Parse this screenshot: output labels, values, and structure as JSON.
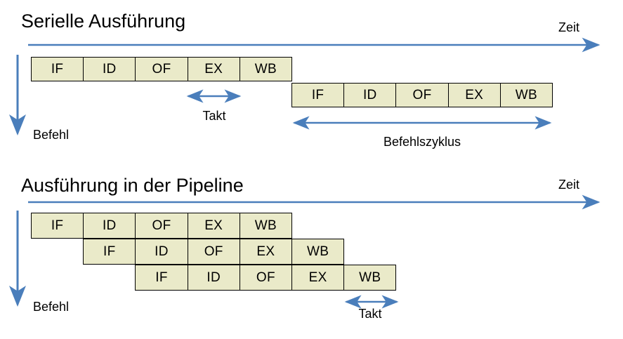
{
  "slide": {
    "background": "#ffffff",
    "box_fill": "#eaeac9",
    "box_stroke": "#000000",
    "arrow_color": "#4a7ebb"
  },
  "sections": [
    {
      "id": "serial",
      "title": "Serielle Ausführung",
      "time_axis_label": "Zeit",
      "instruction_axis_label": "Befehl",
      "rows": [
        {
          "id": "serial-row-1",
          "stages": [
            "IF",
            "ID",
            "OF",
            "EX",
            "WB"
          ]
        },
        {
          "id": "serial-row-2",
          "stages": [
            "IF",
            "ID",
            "OF",
            "EX",
            "WB"
          ]
        }
      ],
      "measures": [
        {
          "id": "takt",
          "label": "Takt"
        },
        {
          "id": "befehlszyklus",
          "label": "Befehlszyklus"
        }
      ]
    },
    {
      "id": "pipeline",
      "title": "Ausführung in der Pipeline",
      "time_axis_label": "Zeit",
      "instruction_axis_label": "Befehl",
      "rows": [
        {
          "id": "pipeline-row-1",
          "stages": [
            "IF",
            "ID",
            "OF",
            "EX",
            "WB"
          ]
        },
        {
          "id": "pipeline-row-2",
          "stages": [
            "IF",
            "ID",
            "OF",
            "EX",
            "WB"
          ]
        },
        {
          "id": "pipeline-row-3",
          "stages": [
            "IF",
            "ID",
            "OF",
            "EX",
            "WB"
          ]
        }
      ],
      "measures": [
        {
          "id": "takt",
          "label": "Takt"
        }
      ]
    }
  ]
}
